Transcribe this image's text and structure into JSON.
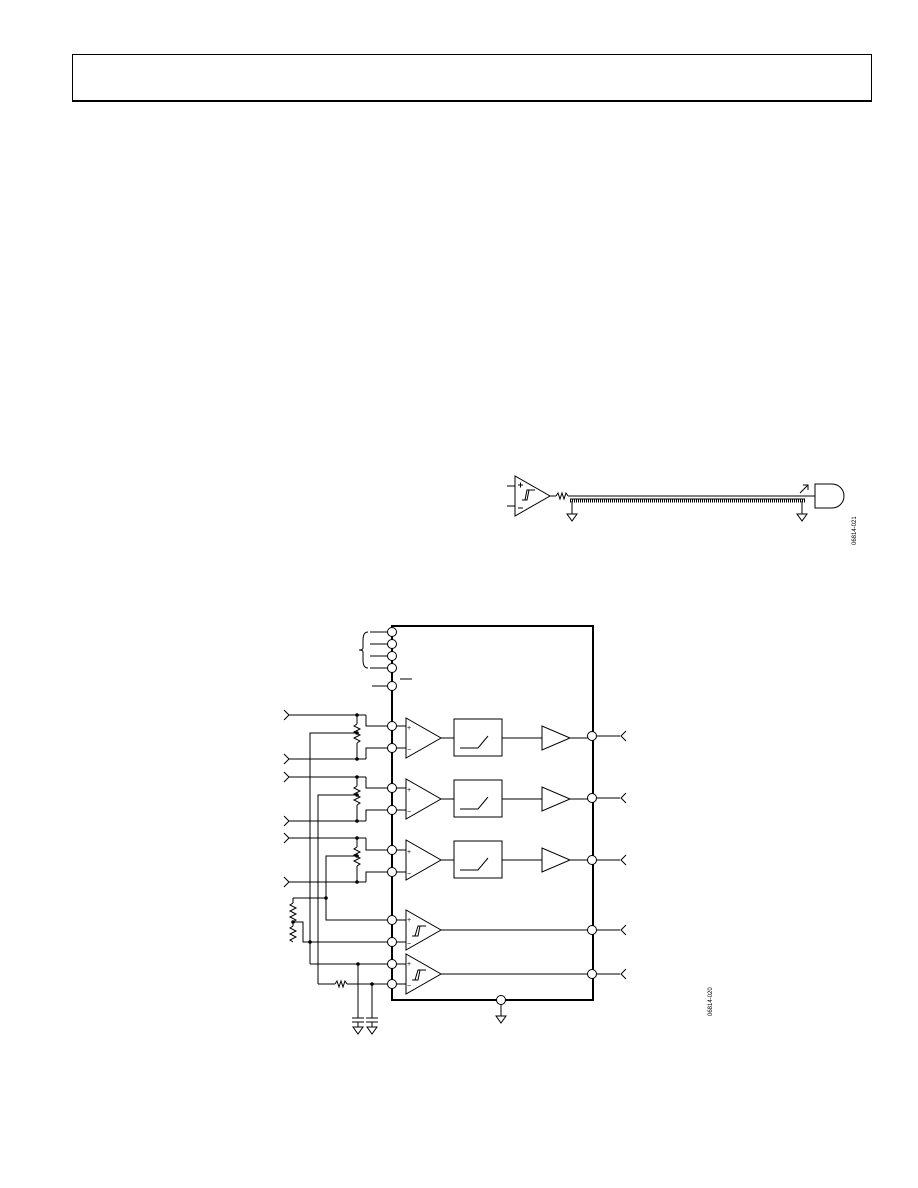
{
  "page": {
    "header_box": "",
    "figures": [
      {
        "id": "driver-schematic",
        "code": "06814-021"
      },
      {
        "id": "block-diagram",
        "code": "06814-020"
      }
    ]
  },
  "colors": {
    "ink": "#000000",
    "background": "#ffffff"
  }
}
